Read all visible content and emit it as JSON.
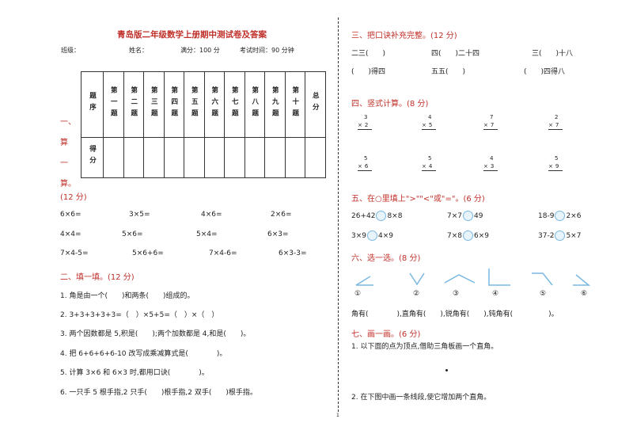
{
  "header": {
    "title": "青岛版二年级数学上册期中测试卷及答案",
    "class_label": "班级：",
    "name_label": "姓名：",
    "full_score": "满分：100 分",
    "time": "考试时间：90 分钟"
  },
  "score_table": {
    "row1_head": "题序",
    "columns": [
      "第一题",
      "第二题",
      "第三题",
      "第四题",
      "第五题",
      "第六题",
      "第七题",
      "第八题",
      "第九题",
      "第十题",
      "总分"
    ],
    "row2_head": "得分"
  },
  "section1": {
    "heading": "一、算一算。",
    "points": "(12 分)",
    "rows": [
      [
        "6×6=",
        "3×5=",
        "4×6=",
        "2×6="
      ],
      [
        "4×4=",
        "5×6=",
        "5×4=",
        "6×3="
      ],
      [
        "7×4-5=",
        "5×6+6=",
        "7×4-6=",
        "6×3-3="
      ]
    ]
  },
  "section2": {
    "heading": "二、填一填。(12 分)",
    "items": [
      "1. 角是由一个(　　)和两条(　　)组成的。",
      "2. 3+3+3+3+3=（　）×5+5=（　）×（　）",
      "3. 两个因数都是 5,积是(　　);两个加数都是 4,和是(　　)。",
      "4. 把 6+6+6+6-10 改写成乘减算式是(　　　　)。",
      "5. 计算 3×6 和 6×3 时,都用口诀(　　　　)。",
      "6. 一只手 5 根手指,2 只手(　　)根手指,2 双手(　　)根手指。"
    ]
  },
  "section3": {
    "heading": "三、把口诀补充完整。(12 分)",
    "row1": [
      "二三(　　)",
      "四(　　)二十四",
      "三(　　)十八"
    ],
    "row2": [
      "(　　)得四",
      "五五(　　)",
      "(　　)四得八"
    ]
  },
  "section4": {
    "heading": "四、竖式计算。(8 分)",
    "problems": [
      {
        "top": "3",
        "bottom": "2"
      },
      {
        "top": "4",
        "bottom": "5"
      },
      {
        "top": "7",
        "bottom": "7"
      },
      {
        "top": "2",
        "bottom": "7"
      },
      {
        "top": "5",
        "bottom": "6"
      },
      {
        "top": "5",
        "bottom": "4"
      },
      {
        "top": "4",
        "bottom": "3"
      },
      {
        "top": "5",
        "bottom": "9"
      }
    ]
  },
  "section5": {
    "heading": "五、在○里填上\">\"\"<\"或\"=\"。(6 分)",
    "rows": [
      [
        [
          "26+42",
          "8×8"
        ],
        [
          "7×7",
          "49"
        ],
        [
          "18-9",
          "2×6"
        ]
      ],
      [
        [
          "3×9",
          "4×9"
        ],
        [
          "7×8",
          "6×9"
        ],
        [
          "37-2",
          "5×7"
        ]
      ]
    ]
  },
  "section6": {
    "heading": "六、选一选。(8 分)",
    "labels": [
      "①",
      "②",
      "③",
      "④",
      "⑤",
      "⑥"
    ],
    "answer_line": "角有(　　　　),直角有(　　),锐角有(　　),钝角有(　　　　　)。"
  },
  "section7": {
    "heading": "七、画一画。(6 分)",
    "q1": "1. 以下面的点为顶点,借助三角板画一个直角。",
    "q2": "2. 在下图中画一条线段,使它增加两个直角。"
  },
  "page_number": "1"
}
